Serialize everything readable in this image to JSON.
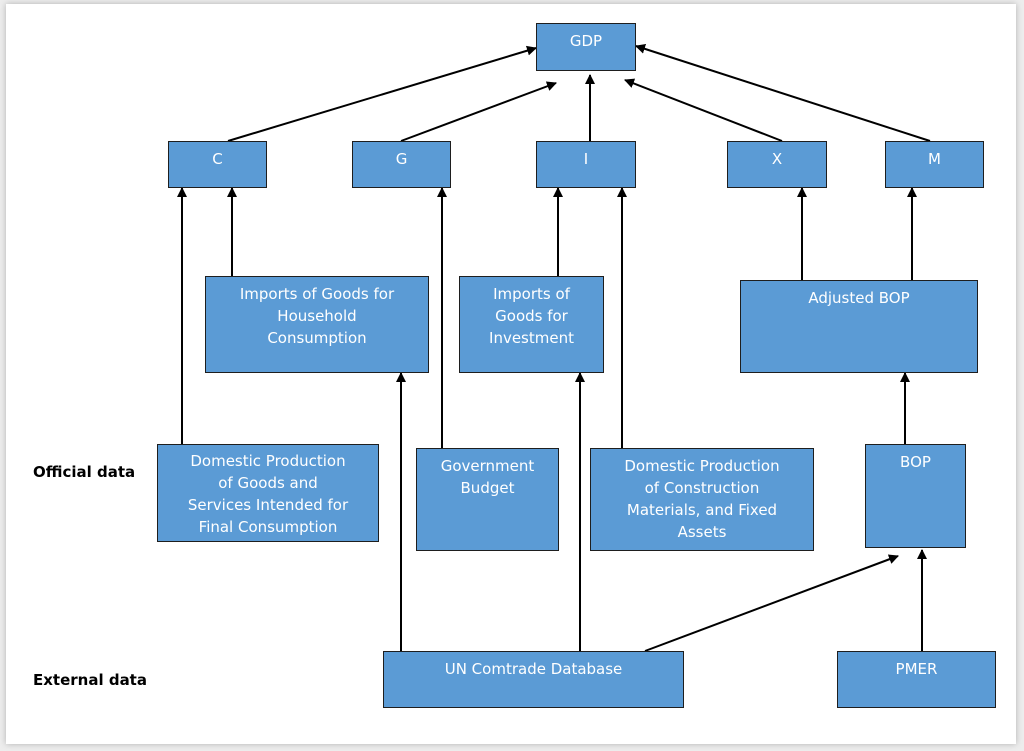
{
  "colors": {
    "box_fill": "#5b9bd5",
    "box_border": "#1e1e1e",
    "arrow": "#000000"
  },
  "labels": {
    "official_data": "Official data",
    "external_data": "External data"
  },
  "nodes": {
    "gdp": "GDP",
    "c": "C",
    "g": "G",
    "i": "I",
    "x": "X",
    "m": "M",
    "imports_household": "Imports of Goods for\nHousehold\nConsumption",
    "imports_investment": "Imports of\nGoods for\nInvestment",
    "adjusted_bop": "Adjusted BOP",
    "domestic_final_consumption": "Domestic Production\nof Goods and\nServices Intended for\nFinal Consumption",
    "government_budget": "Government\nBudget",
    "domestic_construction": "Domestic Production\nof Construction\nMaterials, and Fixed\nAssets",
    "bop": "BOP",
    "un_comtrade": "UN Comtrade Database",
    "pmer": "PMER"
  },
  "edges": [
    {
      "from": "c",
      "to": "gdp"
    },
    {
      "from": "g",
      "to": "gdp"
    },
    {
      "from": "i",
      "to": "gdp"
    },
    {
      "from": "x",
      "to": "gdp"
    },
    {
      "from": "m",
      "to": "gdp"
    },
    {
      "from": "imports_household",
      "to": "c"
    },
    {
      "from": "domestic_final_consumption",
      "to": "c"
    },
    {
      "from": "government_budget",
      "to": "g"
    },
    {
      "from": "imports_investment",
      "to": "i"
    },
    {
      "from": "domestic_construction",
      "to": "i"
    },
    {
      "from": "adjusted_bop",
      "to": "x"
    },
    {
      "from": "adjusted_bop",
      "to": "m"
    },
    {
      "from": "bop",
      "to": "adjusted_bop"
    },
    {
      "from": "un_comtrade",
      "to": "imports_household"
    },
    {
      "from": "un_comtrade",
      "to": "imports_investment"
    },
    {
      "from": "un_comtrade",
      "to": "bop"
    },
    {
      "from": "pmer",
      "to": "bop"
    }
  ]
}
